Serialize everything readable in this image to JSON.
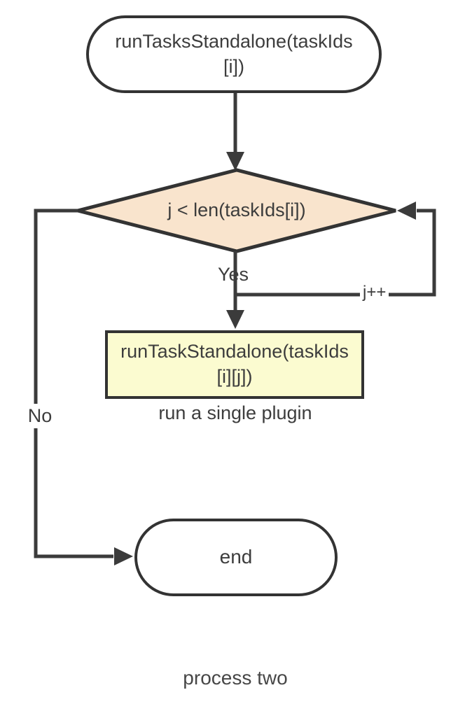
{
  "colors": {
    "stroke": "#3b3b3b",
    "text": "#3d3d3d",
    "decision_fill": "#f9e4cd",
    "process_fill": "#fbfbd0",
    "terminal_fill": "#ffffff"
  },
  "flowchart": {
    "start_label": "runTasksStandalone(taskIds[i])",
    "decision_label": "j < len(taskIds[i])",
    "process_label": "runTaskStandalone(taskIds[i][j])",
    "process_caption": "run a single plugin",
    "end_label": "end",
    "edge_labels": {
      "yes": "Yes",
      "no": "No",
      "increment": "j++"
    },
    "caption": "process two"
  }
}
